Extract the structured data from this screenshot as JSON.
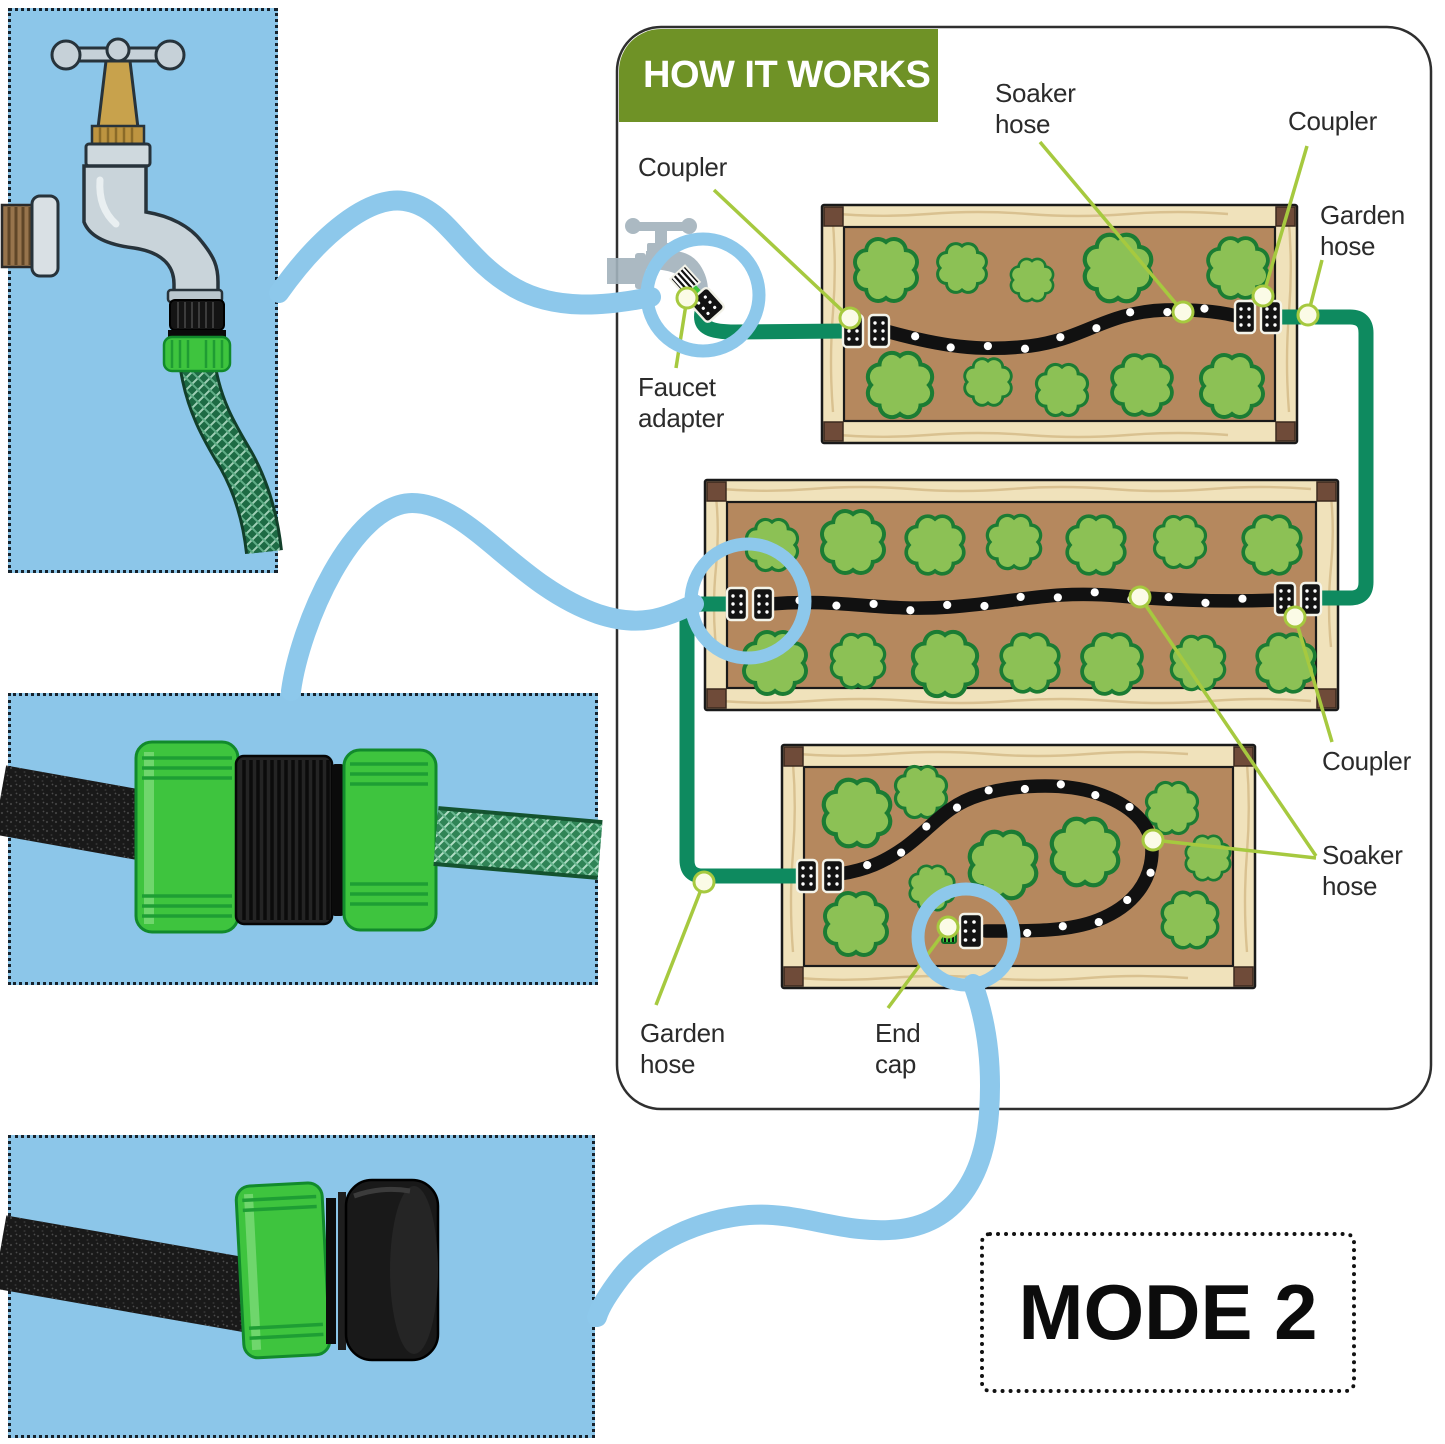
{
  "header": {
    "title": "HOW IT WORKS"
  },
  "mode_badge": {
    "label": "MODE 2"
  },
  "labels": {
    "coupler_top_left": "Coupler",
    "soaker_hose_top": "Soaker\nhose",
    "coupler_top_right": "Coupler",
    "garden_hose_right": "Garden\nhose",
    "faucet_adapter": "Faucet\nadapter",
    "coupler_middle_right": "Coupler",
    "soaker_hose_middle_right": "Soaker\nhose",
    "garden_hose_bottom": "Garden\nhose",
    "end_cap": "End\ncap"
  },
  "colors": {
    "header_green": "#6f9226",
    "highlight_blue": "#8dc8eb",
    "inset_background_blue": "#8cc6e9",
    "leader_green": "#a6c93f",
    "garden_hose_teal": "#0e8a5f",
    "soaker_hose_black": "#111111",
    "soil_brown": "#b5885e",
    "wood_frame": "#f0e2bb",
    "plant_green": "#8cc155",
    "fitting_green": "#3ec43e",
    "text_dark": "#2b2b2b"
  },
  "icons": {
    "coupler-icon": "two black perforated blocks",
    "end-cap-icon": "green cap on black block",
    "faucet-adapter-icon": "threaded adapter block",
    "faucet-silhouette-icon": "gray tap silhouette",
    "plant-icon": "scalloped green shrub",
    "highlight-circle-icon": "blue magnifier ring"
  }
}
